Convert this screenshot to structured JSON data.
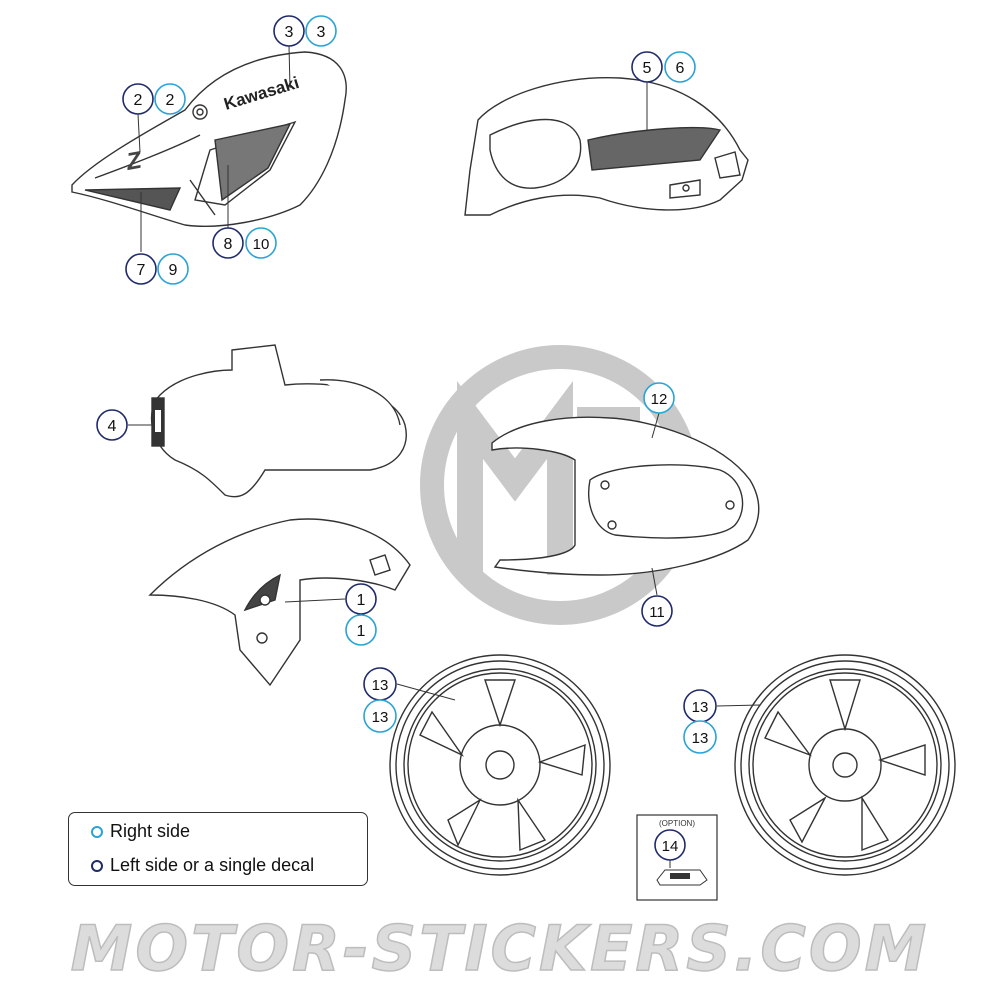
{
  "colors": {
    "right_side": "#29a3d6",
    "left_side": "#1f2a6b",
    "line": "#333333",
    "watermark": "#d0d0d0"
  },
  "callouts": {
    "c3l": "3",
    "c3r": "3",
    "c2l": "2",
    "c2r": "2",
    "c7l": "7",
    "c9r": "9",
    "c8l": "8",
    "c10r": "10",
    "c5l": "5",
    "c6r": "6",
    "c4l": "4",
    "c12r": "12",
    "c11l": "11",
    "c1l": "1",
    "c1r": "1",
    "c13la": "13",
    "c13ra": "13",
    "c13lb": "13",
    "c13rb": "13",
    "c14l": "14"
  },
  "tank_brand": "Kawasaki",
  "tank_letter": "Z",
  "option_label": "(OPTION)",
  "legend": {
    "right_side": "Right side",
    "left_side": "Left side or a single decal"
  },
  "watermark_text": "MOTOR-STICKERS.COM"
}
